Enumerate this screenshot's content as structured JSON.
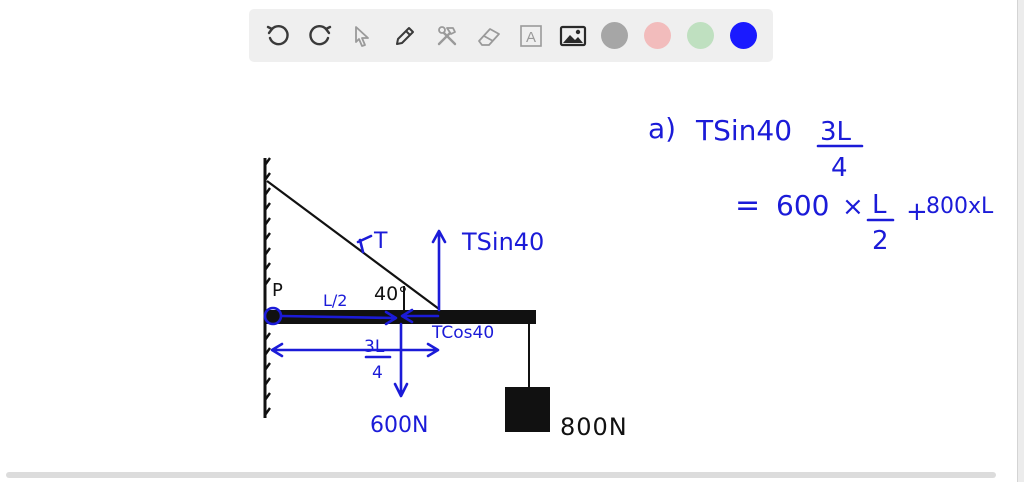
{
  "toolbar": {
    "tools": [
      {
        "name": "undo",
        "icon": "undo-icon"
      },
      {
        "name": "redo",
        "icon": "redo-icon"
      },
      {
        "name": "select",
        "icon": "cursor-icon"
      },
      {
        "name": "pen",
        "icon": "pen-icon"
      },
      {
        "name": "tools",
        "icon": "hammer-wrench-icon"
      },
      {
        "name": "eraser",
        "icon": "eraser-icon"
      },
      {
        "name": "text",
        "icon": "text-box-icon",
        "label": "A"
      },
      {
        "name": "image",
        "icon": "image-icon"
      }
    ],
    "colors": [
      "#a6a6a6",
      "#f2bcbc",
      "#bfe0c0",
      "#1a1aff"
    ]
  },
  "canvas": {
    "ink_colors": {
      "black": "#111111",
      "blue": "#1b1bd8"
    },
    "diagram": {
      "label_T": "T",
      "label_TSin40": "TSin40",
      "label_angle": "40°",
      "label_P": "P",
      "label_L2": "L/2",
      "label_TCos40": "TCos40",
      "label_3L": "3L",
      "label_4": "4",
      "label_600N": "600N",
      "label_800N": "800N"
    },
    "equation": {
      "part": "a)",
      "line1_term": "TSin40",
      "line1_num": "3L",
      "line1_den": "4",
      "line2_eq": "=",
      "line2_a": "600",
      "line2_x": "×",
      "line2_num": "L",
      "line2_den": "2",
      "line2_plus": "+",
      "line2_b": "800xL"
    }
  }
}
